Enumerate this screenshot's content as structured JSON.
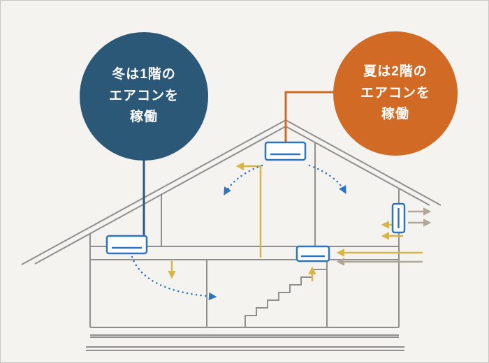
{
  "callouts": {
    "winter": {
      "lines": [
        "冬は1階の",
        "エアコンを",
        "稼働"
      ],
      "bg_color": "#2c5878"
    },
    "summer": {
      "lines": [
        "夏は2階の",
        "エアコンを",
        "稼働"
      ],
      "bg_color": "#d06a24"
    }
  },
  "colors": {
    "canvas_background": "#f4f3f0",
    "canvas_border": "#c9c7c2",
    "house_line": "#8f8f8f",
    "ac_unit_outline": "#2f74c0",
    "cool_air_arrow": "#2f74c0",
    "warm_air_arrow": "#d8b54a",
    "exhaust_air_arrow": "#b0a69a"
  },
  "icons": {
    "ac_unit_2f": "air-conditioner",
    "ac_unit_1f_left": "air-conditioner",
    "ac_unit_1f_center": "air-conditioner",
    "wall_vent": "ventilation-grille",
    "stairs": "staircase"
  }
}
